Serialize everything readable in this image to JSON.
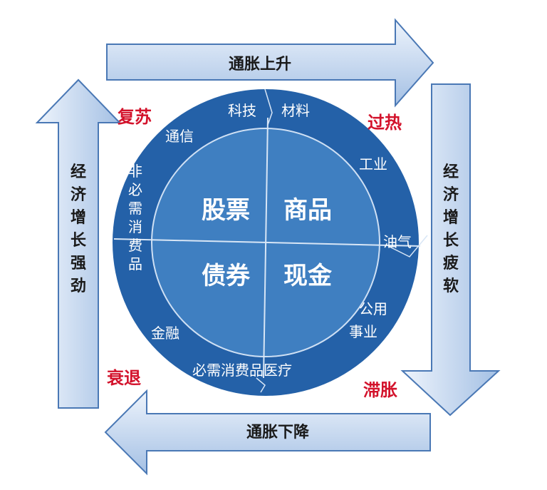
{
  "colors": {
    "arrow_fill_top": "#e7f0fb",
    "arrow_fill_bottom": "#a9c4e6",
    "arrow_stroke": "#4a78b5",
    "outer_ring": "#2461a8",
    "inner_circle": "#3f7fc1",
    "phase_text": "#d3122b"
  },
  "arrows": {
    "top": "通胀上升",
    "right": "经济增长疲软",
    "bottom": "通胀下降",
    "left": "经济增长强劲"
  },
  "phases": {
    "top_left": "复苏",
    "top_right": "过热",
    "bottom_right": "滞胀",
    "bottom_left": "衰退"
  },
  "sectors": {
    "tech": "科技",
    "materials": "材料",
    "telecom": "通信",
    "industrial": "工业",
    "discretionary": "非必需消费品",
    "oil": "油气",
    "utilities_1": "公用",
    "utilities_2": "事业",
    "finance": "金融",
    "staples_health": "必需消费品医疗"
  },
  "assets": {
    "stocks": "股票",
    "commodities": "商品",
    "bonds": "债券",
    "cash": "现金"
  }
}
